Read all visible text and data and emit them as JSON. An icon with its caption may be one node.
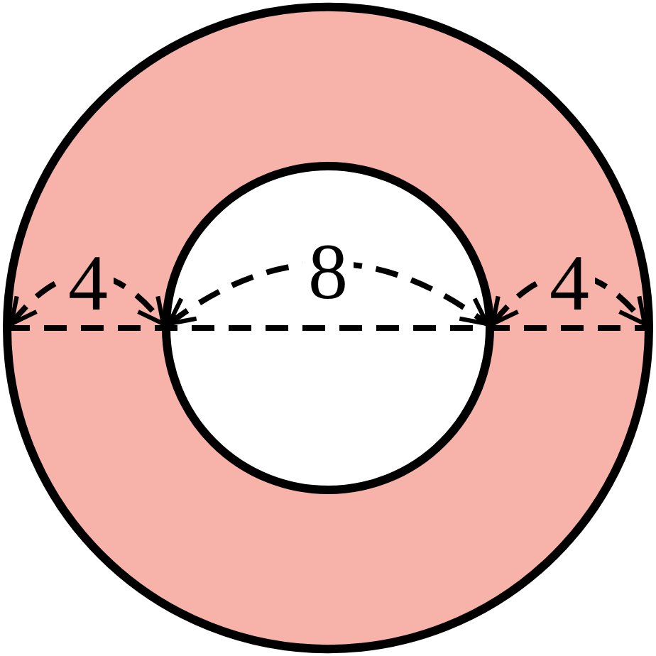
{
  "diagram": {
    "labels": [
      "4",
      "8",
      "4"
    ]
  }
}
